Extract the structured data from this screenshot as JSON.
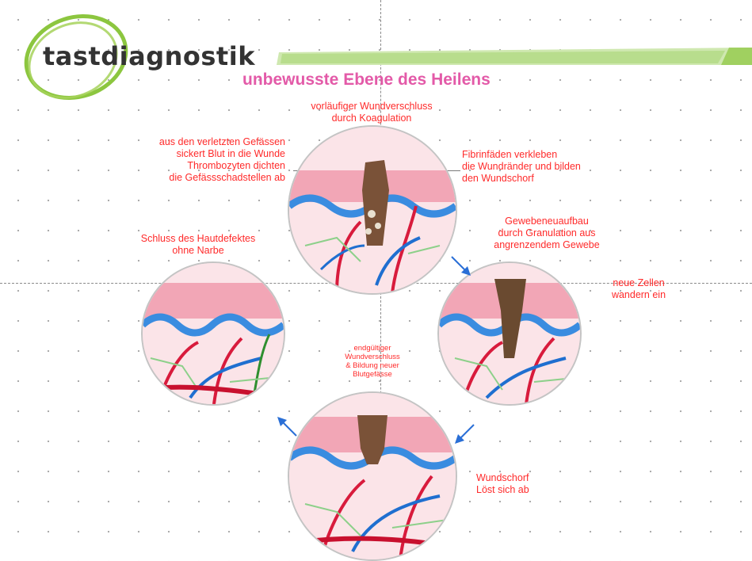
{
  "logo": {
    "text": "tastdiagnostik"
  },
  "title": "unbewusste Ebene des Heilens",
  "labels": {
    "top_center": [
      "vorläufiger Wundverschluss",
      "durch Koagulation"
    ],
    "top_left": [
      "aus den verletzten Gefässen",
      "sickert Blut in die Wunde",
      "Thrombozyten dichten",
      "die Gefässschadstellen ab"
    ],
    "top_right": [
      "Fibrinfäden verkleben",
      "die Wundränder und bilden",
      "den Wundschorf"
    ],
    "mid_right": [
      "Gewebeneuaufbau",
      "durch Granulation aus",
      "angrenzendem Gewebe"
    ],
    "far_right": [
      "neue Zellen",
      "wandern ein"
    ],
    "left": [
      "Schluss des Hautdefektes",
      "ohne Narbe"
    ],
    "bottom_center": [
      "endgültiger",
      "Wundverschluss",
      "& Bildung neuer",
      "Blutgefässe"
    ],
    "bottom_right": [
      "Wundschorf",
      "Löst sich ab"
    ]
  },
  "colors": {
    "label_red": "#ff2a2a",
    "title_pink": "#e35aa8",
    "logo_green": "#8cc63f",
    "arrow_blue": "#2a6fd6"
  }
}
